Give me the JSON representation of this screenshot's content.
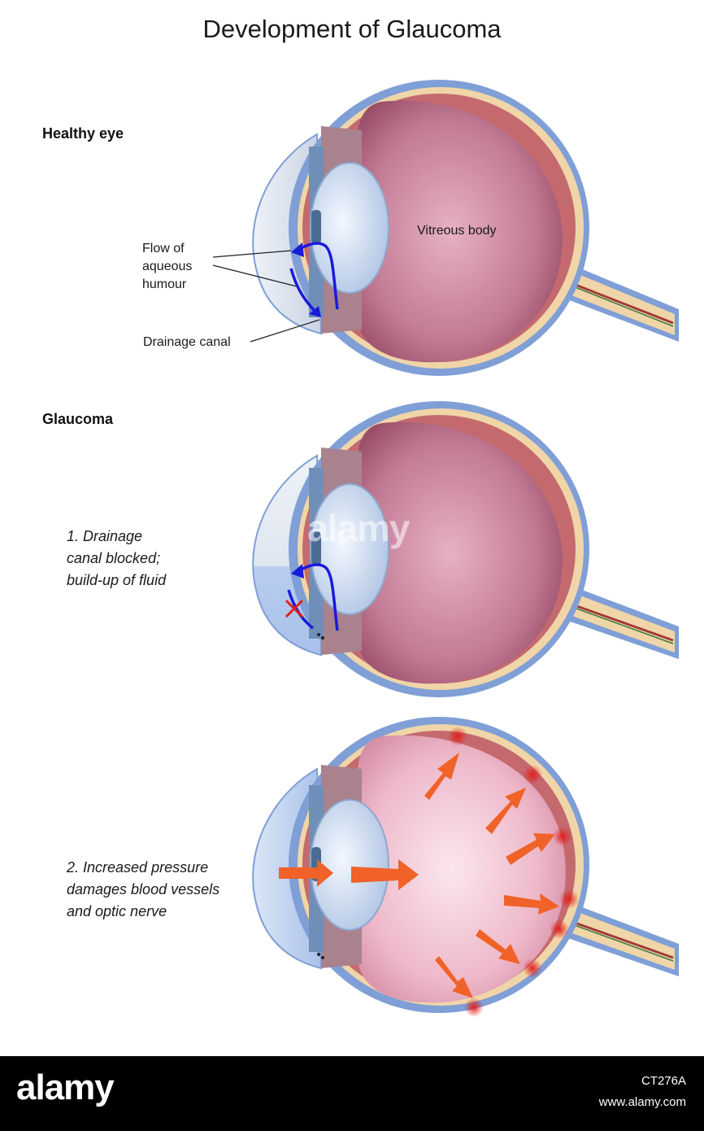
{
  "title": "Development of Glaucoma",
  "sections": {
    "healthy": "Healthy eye",
    "glaucoma": "Glaucoma"
  },
  "labels": {
    "vitreous": "Vitreous body",
    "flow_line1": "Flow of",
    "flow_line2": "aqueous",
    "flow_line3": "humour",
    "drainage": "Drainage canal"
  },
  "step1": {
    "line1": "1. Drainage",
    "line2": "canal blocked;",
    "line3": "build-up of fluid"
  },
  "step2": {
    "line1": "2. Increased pressure",
    "line2": "damages blood vessels",
    "line3": "and optic nerve"
  },
  "watermark": "alamy",
  "footer": {
    "logo": "alamy",
    "image_id": "CT276A",
    "url": "www.alamy.com"
  },
  "colors": {
    "sclera": "#7f9fd6",
    "choroid": "#c46a6f",
    "vitreous": "#b56d84",
    "lens": "#c9d8ef",
    "flow_arrow": "#1a1adb",
    "block_mark": "#e0201c",
    "pressure_arrow": "#f06228",
    "nerve": "#f0d5a8"
  }
}
